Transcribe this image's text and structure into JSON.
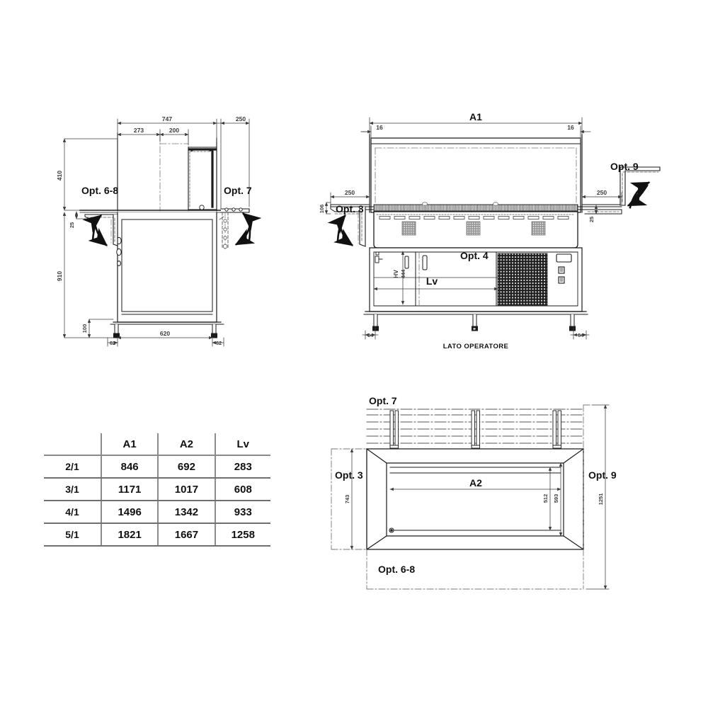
{
  "document": {
    "kind": "technical-dimensional-drawing",
    "subject": "Refrigerated display counter / buffet unit"
  },
  "side_view": {
    "name": "left-side-elevation",
    "dimensions": {
      "overall_depth": "747",
      "segment_a": "273",
      "segment_b": "200",
      "shelf_projection": "250",
      "upper_height": "410",
      "shelf_thickness": "25",
      "body_height": "910",
      "leg_height": "100",
      "foot_span": "620",
      "foot_left": "62",
      "foot_right": "62"
    },
    "labels": {
      "opt_left": "Opt. 6-8",
      "opt_right": "Opt. 7"
    }
  },
  "front_view": {
    "name": "front-elevation",
    "dimensions": {
      "overall_width": "A1",
      "inset_left": "16",
      "inset_right": "16",
      "shelf_left": "250",
      "shelf_right": "250",
      "shelf_height_left": "106",
      "shelf_thickness_right": "25",
      "tank_height_code": "HV",
      "tank_height_value": "444",
      "tank_length": "Lv",
      "foot_left": "64",
      "foot_right": "64"
    },
    "labels": {
      "opt_left": "Opt. 3",
      "opt_center": "Opt. 4",
      "opt_right": "Opt. 9",
      "operator_side": "LATO OPERATORE"
    }
  },
  "plan_view": {
    "name": "top-plan-view",
    "dimensions": {
      "inner_width": "A2",
      "depth_left": "743",
      "inner_depth_a": "512",
      "inner_depth_b": "593",
      "overall_depth": "1251"
    },
    "labels": {
      "opt_top": "Opt. 7",
      "opt_left": "Opt. 3",
      "opt_right": "Opt. 9",
      "opt_bottom": "Opt. 6-8"
    }
  },
  "spec_table": {
    "name": "model-dimension-table",
    "corner_header": "",
    "columns": [
      "A1",
      "A2",
      "Lv"
    ],
    "rows": [
      {
        "model": "2/1",
        "A1": "846",
        "A2": "692",
        "Lv": "283"
      },
      {
        "model": "3/1",
        "A1": "1171",
        "A2": "1017",
        "Lv": "608"
      },
      {
        "model": "4/1",
        "A1": "1496",
        "A2": "1342",
        "Lv": "933"
      },
      {
        "model": "5/1",
        "A1": "1821",
        "A2": "1667",
        "Lv": "1258"
      }
    ]
  },
  "colors": {
    "line": "#1a1a1a",
    "dim_line": "#3a3a3a",
    "fill_white": "#ffffff",
    "grille_dark": "#1d1d1d",
    "hatch_gray": "#8c8c8c",
    "background": "#ffffff"
  }
}
